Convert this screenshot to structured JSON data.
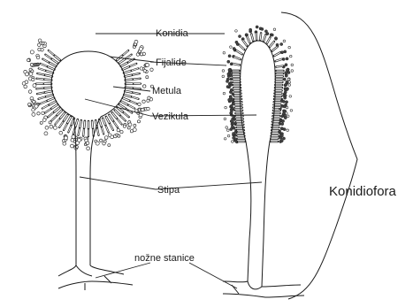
{
  "labels": {
    "konidia": "Konidia",
    "fijalide": "Fijalide",
    "metula": "Metula",
    "vezikula": "Vezikula",
    "stipa": "Stipa",
    "nozne_stanice": "nožne stanice",
    "konidiofora": "Konidiofora"
  }
}
